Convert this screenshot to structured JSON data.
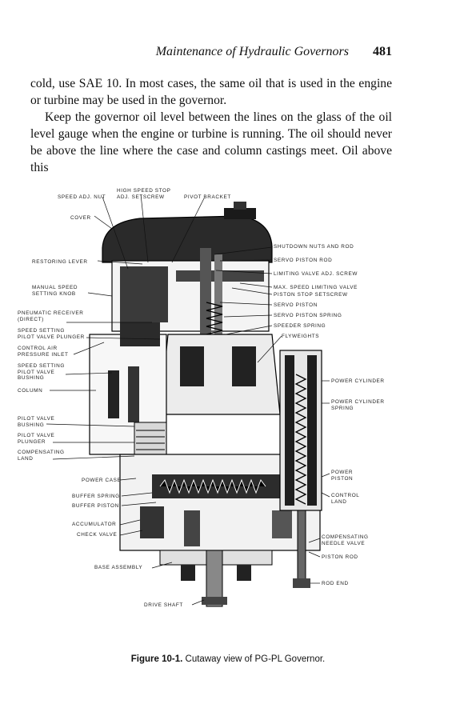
{
  "header": {
    "running_title": "Maintenance of Hydraulic Governors",
    "page_number": "481"
  },
  "body": {
    "p1": "cold, use SAE 10. In most cases, the same oil that is used in the engine or turbine may be used in the governor.",
    "p2": "Keep the governor oil level between the lines on the glass of the oil level gauge when the engine or turbine is running. The oil should never be above the line where the case and column castings meet. Oil above this"
  },
  "figure": {
    "labels": {
      "high_speed_stop": "HIGH SPEED STOP\nADJ. SETSCREW",
      "speed_adj_nut": "SPEED ADJ. NUT",
      "pivot_bracket": "PIVOT BRACKET",
      "cover": "COVER",
      "restoring_lever": "RESTORING LEVER",
      "manual_speed_knob": "MANUAL SPEED\nSETTING KNOB",
      "pneumatic_receiver": "PNEUMATIC RECEIVER\n(DIRECT)",
      "speed_setting_plunger": "SPEED SETTING\nPILOT VALVE PLUNGER",
      "control_air_inlet": "CONTROL AIR\nPRESSURE INLET",
      "speed_setting_bushing": "SPEED SETTING\nPILOT VALVE\nBUSHING",
      "column": "COLUMN",
      "pilot_valve_bushing": "PILOT VALVE\nBUSHING",
      "pilot_valve_plunger": "PILOT VALVE\nPLUNGER",
      "compensating_land": "COMPENSATING\nLAND",
      "power_case": "POWER CASE",
      "buffer_spring": "BUFFER SPRING",
      "buffer_piston": "BUFFER PISTON",
      "accumulator": "ACCUMULATOR",
      "check_valve": "CHECK VALVE",
      "base_assembly": "BASE ASSEMBLY",
      "drive_shaft": "DRIVE SHAFT",
      "shutdown_nuts": "SHUTDOWN NUTS AND ROD",
      "servo_piston_rod": "SERVO PISTON ROD",
      "limiting_valve_screw": "LIMITING VALVE ADJ. SCREW",
      "max_speed_valve": "MAX. SPEED LIMITING VALVE",
      "piston_stop_setscrew": "PISTON STOP SETSCREW",
      "servo_piston": "SERVO PISTON",
      "servo_piston_spring": "SERVO PISTON SPRING",
      "speeder_spring": "SPEEDER SPRING",
      "flyweights": "FLYWEIGHTS",
      "power_cylinder": "POWER CYLINDER",
      "power_cylinder_spring": "POWER CYLINDER\nSPRING",
      "power_piston": "POWER\nPISTON",
      "control_land": "CONTROL\nLAND",
      "compensating_needle": "COMPENSATING\nNEEDLE VALVE",
      "piston_rod": "PISTON ROD",
      "rod_end": "ROD END"
    }
  },
  "caption": {
    "number": "Figure 10-1.",
    "text": " Cutaway view of PG-PL Governor."
  }
}
